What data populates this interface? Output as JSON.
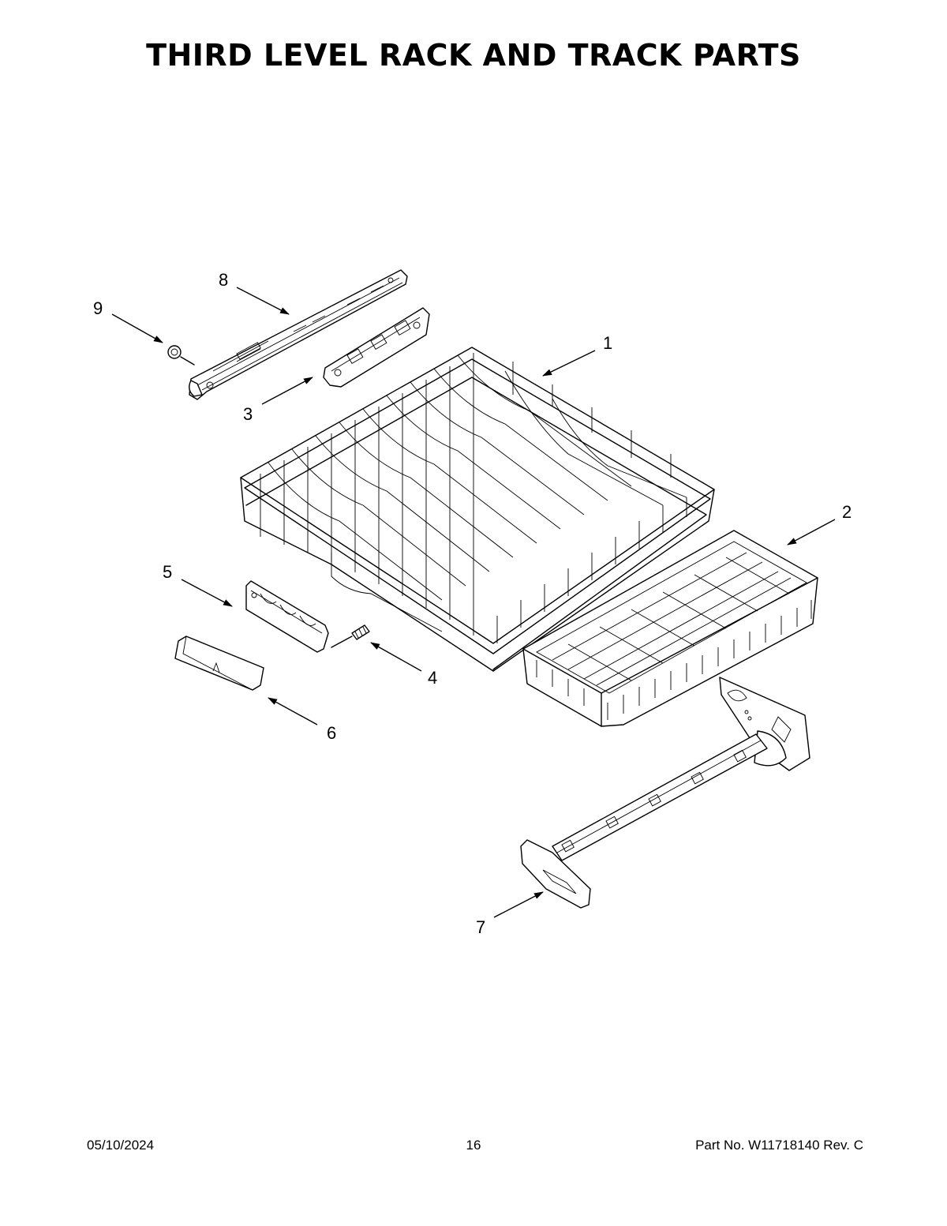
{
  "title": "THIRD LEVEL RACK AND TRACK PARTS",
  "callouts": [
    "1",
    "2",
    "3",
    "4",
    "5",
    "6",
    "7",
    "8",
    "9"
  ],
  "footer": {
    "date": "05/10/2024",
    "page": "16",
    "part_no": "Part No.  W11718140  Rev.  C"
  }
}
